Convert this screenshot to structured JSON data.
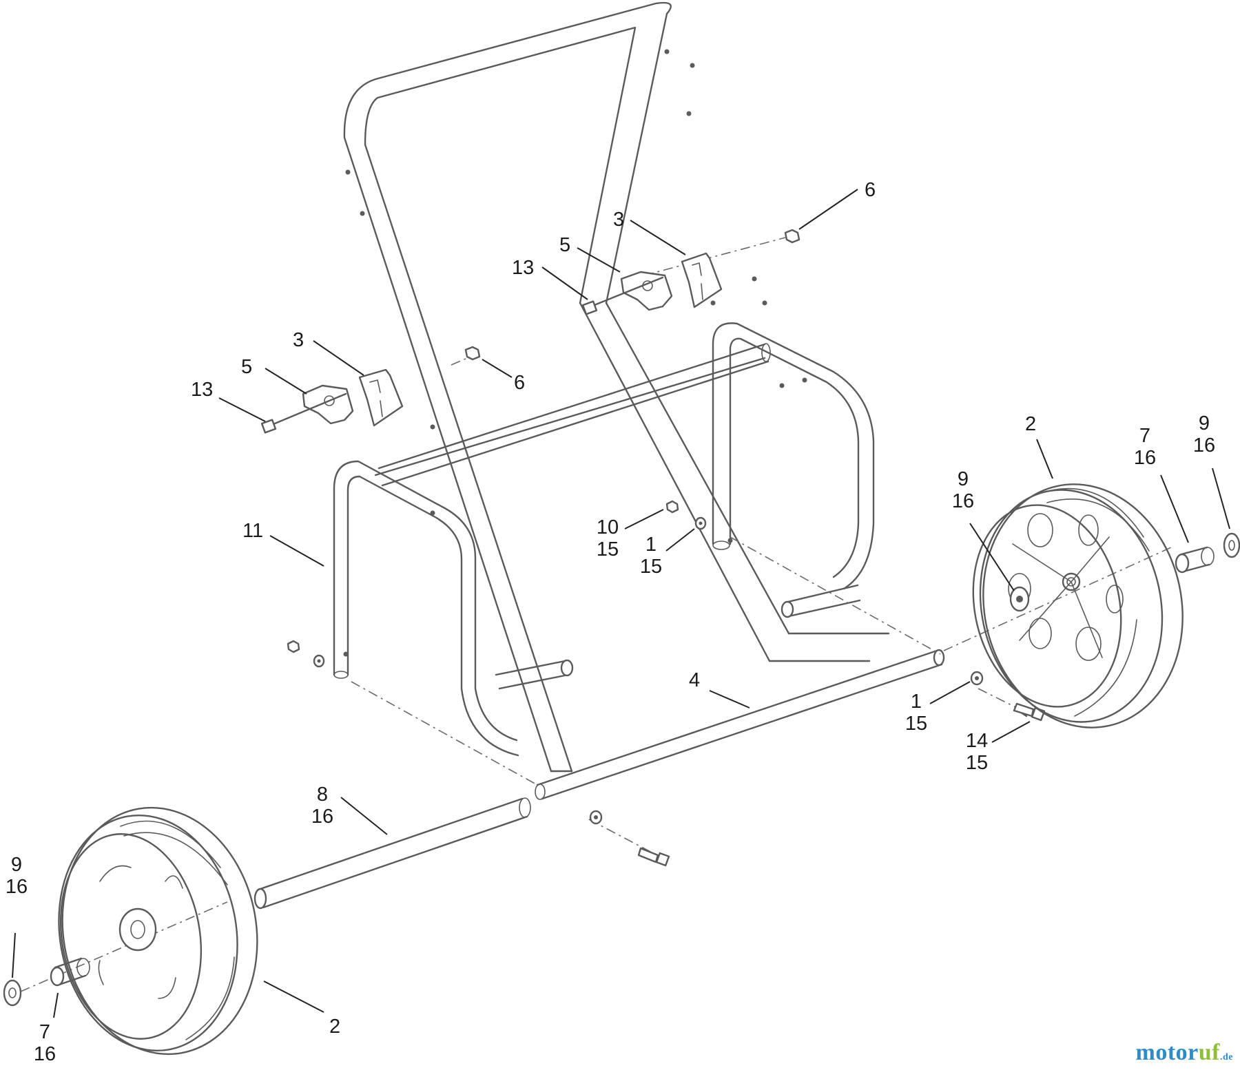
{
  "callouts": [
    {
      "id": "c1",
      "lines": [
        "6"
      ]
    },
    {
      "id": "c2",
      "lines": [
        "3"
      ]
    },
    {
      "id": "c3",
      "lines": [
        "5"
      ]
    },
    {
      "id": "c4",
      "lines": [
        "13"
      ]
    },
    {
      "id": "c5",
      "lines": [
        "3"
      ]
    },
    {
      "id": "c6",
      "lines": [
        "5"
      ]
    },
    {
      "id": "c7",
      "lines": [
        "13"
      ]
    },
    {
      "id": "c8",
      "lines": [
        "6"
      ]
    },
    {
      "id": "c9",
      "lines": [
        "2"
      ]
    },
    {
      "id": "c10",
      "lines": [
        "7",
        "16"
      ]
    },
    {
      "id": "c11",
      "lines": [
        "9",
        "16"
      ]
    },
    {
      "id": "c12",
      "lines": [
        "9",
        "16"
      ]
    },
    {
      "id": "c13",
      "lines": [
        "11"
      ]
    },
    {
      "id": "c14",
      "lines": [
        "10",
        "15"
      ]
    },
    {
      "id": "c15",
      "lines": [
        "1",
        "15"
      ]
    },
    {
      "id": "c16",
      "lines": [
        "4"
      ]
    },
    {
      "id": "c17",
      "lines": [
        "1",
        "15"
      ]
    },
    {
      "id": "c18",
      "lines": [
        "14",
        "15"
      ]
    },
    {
      "id": "c19",
      "lines": [
        "8",
        "16"
      ]
    },
    {
      "id": "c20",
      "lines": [
        "9",
        "16"
      ]
    },
    {
      "id": "c21",
      "lines": [
        "7",
        "16"
      ]
    },
    {
      "id": "c22",
      "lines": [
        "2"
      ]
    }
  ],
  "watermark": {
    "part1": "motor",
    "part2": "uf",
    "suffix": ".de"
  },
  "colors": {
    "line": "#5a5a5a",
    "text": "#1a1a1a",
    "wm_blue": "#2e8bc6",
    "wm_green": "#8fbf3a"
  }
}
